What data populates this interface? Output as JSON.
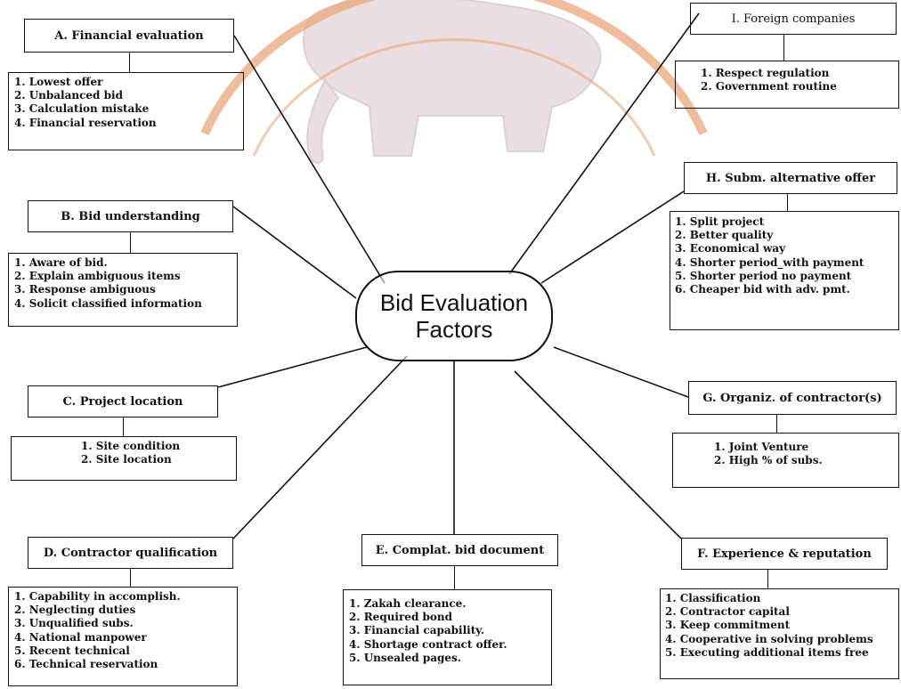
{
  "watermark": {
    "colors": {
      "elephant": "#e9dfe2",
      "ring": "#e9a77b"
    }
  },
  "center": {
    "line1": "Bid Evaluation",
    "line2": "Factors"
  },
  "factors": {
    "a": {
      "title": "A. Financial evaluation",
      "items": [
        "1. Lowest offer",
        "2. Unbalanced bid",
        "3. Calculation mistake",
        "4. Financial reservation"
      ]
    },
    "b": {
      "title": "B. Bid understanding",
      "items": [
        "1. Aware of bid.",
        "2. Explain ambiguous items",
        "3. Response ambiguous",
        "4. Solicit classified information"
      ]
    },
    "c": {
      "title": "C. Project location",
      "items": [
        "1. Site condition",
        "2. Site location"
      ]
    },
    "d": {
      "title": "D. Contractor qualification",
      "items": [
        "1. Capability in accomplish.",
        "2. Neglecting duties",
        "3. Unqualified subs.",
        "4. National manpower",
        "5. Recent technical",
        "6. Technical reservation"
      ]
    },
    "e": {
      "title": "E. Complat. bid document",
      "items": [
        "1. Zakah clearance.",
        "2. Required bond",
        "3. Financial capability.",
        "4. Shortage contract offer.",
        "5. Unsealed pages."
      ]
    },
    "f": {
      "title": "F. Experience & reputation",
      "items": [
        "1. Classification",
        "2. Contractor capital",
        "3. Keep commitment",
        "4. Cooperative in solving problems",
        "5. Executing additional items free"
      ]
    },
    "g": {
      "title": "G. Organiz. of contractor(s)",
      "items": [
        "1. Joint Venture",
        "2. High % of subs."
      ]
    },
    "h": {
      "title": "H. Subm. alternative offer",
      "items": [
        "1. Split project",
        "2. Better quality",
        "3. Economical way",
        "4. Shorter period_with payment",
        "5. Shorter period no payment",
        "6. Cheaper bid with adv. pmt."
      ]
    },
    "i": {
      "title": "I. Foreign companies",
      "items": [
        "1. Respect regulation",
        "2. Government routine"
      ]
    }
  }
}
